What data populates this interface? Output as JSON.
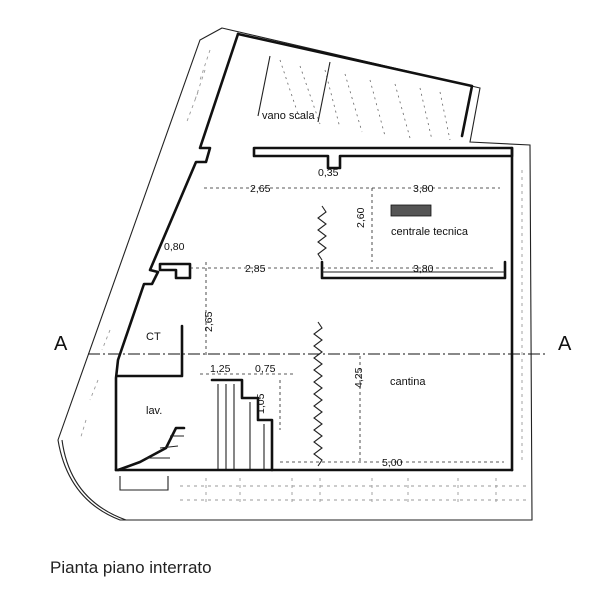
{
  "caption": "Pianta piano interrato",
  "section_marks": {
    "left": "A",
    "right": "A"
  },
  "rooms": {
    "stair": "vano scala",
    "technical": "centrale tecnica",
    "boiler": "CT",
    "laundry": "lav.",
    "cellar": "cantina"
  },
  "dimensions": {
    "d035": "0,35",
    "d265_top": "2,65",
    "d380_top": "3,80",
    "d260": "2,60",
    "d080": "0,80",
    "d285": "2,85",
    "d380_mid": "3,80",
    "d265_vert": "2,65",
    "d125": "1,25",
    "d075": "0,75",
    "d425": "4,25",
    "d105": "1,05",
    "d500": "5,00"
  }
}
